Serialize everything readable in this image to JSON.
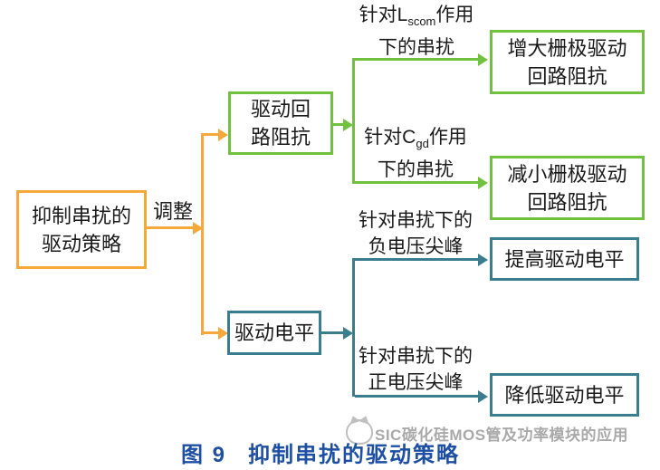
{
  "diagram": {
    "root": {
      "line1": "抑制串扰的",
      "line2": "驱动策略"
    },
    "edge_label": "调整",
    "mid": {
      "impedance": {
        "line1": "驱动回",
        "line2": "路阻抗"
      },
      "level": {
        "text": "驱动电平"
      }
    },
    "branch_labels": {
      "lscom": {
        "pre": "针对L",
        "sub": "scom",
        "post": "作用",
        "line2": "下的串扰"
      },
      "cgd": {
        "pre": "针对C",
        "sub": "gd",
        "post": "作用",
        "line2": "下的串扰"
      },
      "neg": {
        "line1": "针对串扰下的",
        "line2": "负电压尖峰"
      },
      "pos": {
        "line1": "针对串扰下的",
        "line2": "正电压尖峰"
      }
    },
    "leaves": {
      "increase_impedance": {
        "line1": "增大栅极驱动",
        "line2": "回路阻抗"
      },
      "decrease_impedance": {
        "line1": "减小栅极驱动",
        "line2": "回路阻抗"
      },
      "raise_level": {
        "text": "提高驱动电平"
      },
      "lower_level": {
        "text": "降低驱动电平"
      }
    }
  },
  "caption": {
    "fig_label": "图 9",
    "title": "抑制串扰的驱动策略"
  },
  "watermark": {
    "icon": "cat-logo-icon",
    "text": "SIC碳化硅MOS管及功率模块的应用"
  },
  "colors": {
    "orange": "#F7A83A",
    "green": "#6FC13E",
    "teal": "#3A7D8E",
    "caption_blue": "#1D50A4",
    "label_text": "#1A1A1A",
    "watermark_gray": "#9B9B9B"
  }
}
